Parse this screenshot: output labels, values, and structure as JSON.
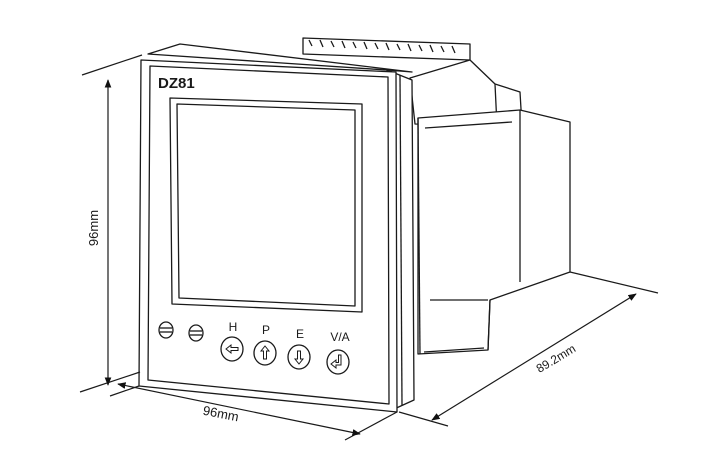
{
  "device": {
    "model": "DZ81",
    "buttons": [
      {
        "label": "H",
        "arrow": "left-arrow-icon"
      },
      {
        "label": "P",
        "arrow": "up-arrow-icon"
      },
      {
        "label": "E",
        "arrow": "down-arrow-icon"
      },
      {
        "label": "V/A",
        "arrow": "enter-arrow-icon"
      }
    ]
  },
  "dimensions": {
    "height": "96mm",
    "width": "96mm",
    "depth": "89.2mm"
  }
}
